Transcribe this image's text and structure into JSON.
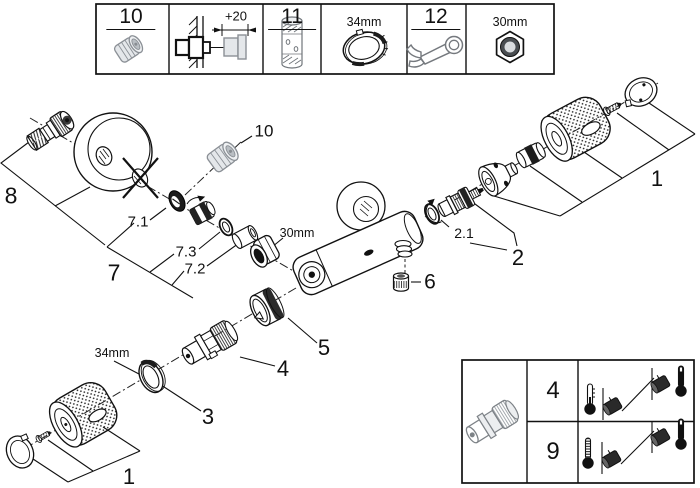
{
  "legend_top": {
    "num_10": "10",
    "dim_plus20": "+20",
    "num_11": "11",
    "size_34mm": "34mm",
    "num_12": "12",
    "size_30mm": "30mm",
    "icons": [
      "extension-adapter",
      "wall-extension-installation",
      "extension-tube",
      "ring-nut",
      "open-end-wrench",
      "union-nut"
    ]
  },
  "temperature_table": {
    "icon": "thermostatic-cartridge",
    "rows": [
      {
        "num": "4",
        "icon": "temperature-adjust-hot"
      },
      {
        "num": "9",
        "icon": "temperature-adjust-cold"
      }
    ]
  },
  "callouts": {
    "part_8": "8",
    "part_10": "10",
    "part_7_1": "7.1",
    "part_7_3": "7.3",
    "part_7_2": "7.2",
    "part_7": "7",
    "nut_30mm": "30mm",
    "part_6": "6",
    "part_2_1": "2.1",
    "part_2": "2",
    "part_1_right": "1",
    "part_5": "5",
    "part_4": "4",
    "ring_34mm": "34mm",
    "part_3": "3",
    "part_1_bottom": "1"
  }
}
